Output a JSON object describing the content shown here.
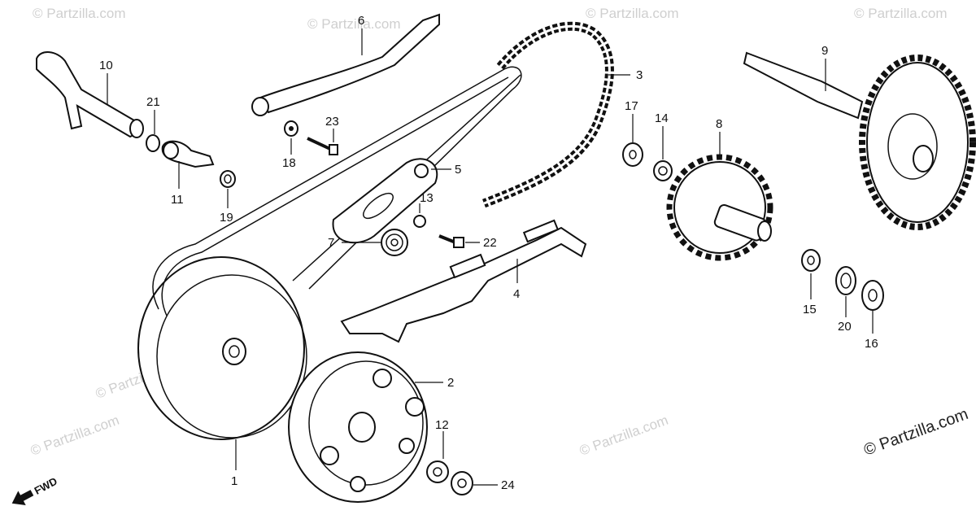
{
  "watermarks": {
    "small": "© Partzilla.com",
    "main": "© Partzilla.com"
  },
  "direction_label": "FWD",
  "callouts": [
    "1",
    "2",
    "3",
    "4",
    "5",
    "6",
    "7",
    "8",
    "9",
    "10",
    "11",
    "12",
    "13",
    "14",
    "15",
    "16",
    "17",
    "18",
    "19",
    "20",
    "21",
    "22",
    "23",
    "24"
  ]
}
